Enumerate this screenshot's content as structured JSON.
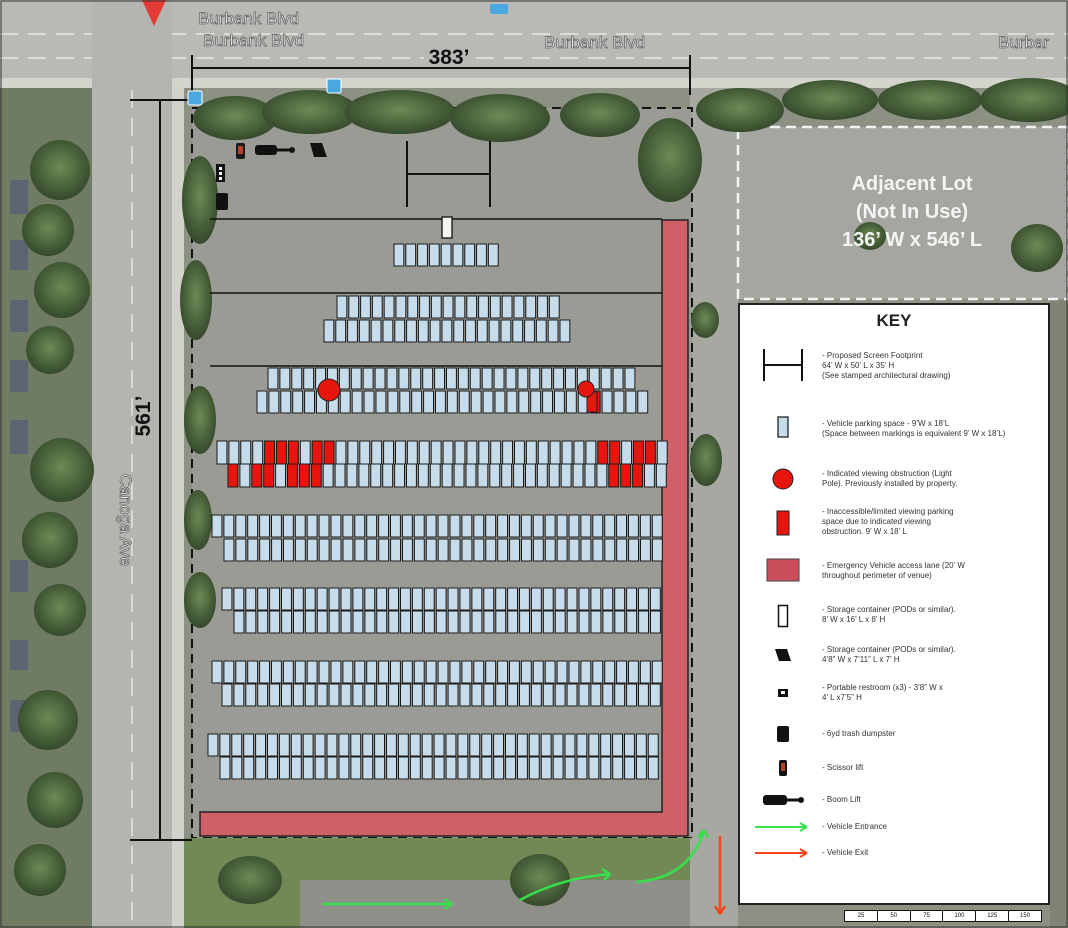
{
  "streets": {
    "burbank_a": "Burbank Blvd",
    "burbank_b": "Burbank Blvd",
    "burbank_c": "Burbank Blvd",
    "burbank_cut": "Burbar",
    "canoga": "Canoga Ave"
  },
  "dimensions": {
    "width": "383’",
    "length": "561’"
  },
  "adjacent_lot": {
    "line1": "Adjacent Lot",
    "line2": "(Not In Use)",
    "line3": "136’ W x 546’ L"
  },
  "key": {
    "title": "KEY",
    "items": [
      {
        "icon": "screen-footprint-icon",
        "text": "- Proposed Screen Footprint\n64’ W x 50’ L x 35’ H\n(See stamped architectural drawing)"
      },
      {
        "icon": "parking-space-icon",
        "text": "- Vehicle parking space - 9’W x 18’L\n(Space between markings is equivalent 9’ W x 18’L)"
      },
      {
        "icon": "light-pole-icon",
        "text": "- Indicated viewing obstruction (Light\nPole). Previously installed by property."
      },
      {
        "icon": "limited-space-icon",
        "text": "- Inaccessible/limited viewing parking\nspace due to indicated viewing\nobstruction. 9’ W x 18’ L"
      },
      {
        "icon": "emergency-lane-icon",
        "text": "- Emergency Vehicle access lane (20’ W\nthroughout perimeter of venue)"
      },
      {
        "icon": "storage-container-icon",
        "text": "- Storage container (PODs or similar).\n8’ W x 16’ L x 8’ H"
      },
      {
        "icon": "small-storage-icon",
        "text": "- Storage container (PODs or similar).\n4’8” W x 7’11” L x 7’ H"
      },
      {
        "icon": "restroom-icon",
        "text": "- Portable restroom (x3) - 3’8” W x\n4’ L x7’5” H"
      },
      {
        "icon": "dumpster-icon",
        "text": "- 6yd trash dumpster"
      },
      {
        "icon": "scissor-lift-icon",
        "text": "- Scissor lift"
      },
      {
        "icon": "boom-lift-icon",
        "text": "- Boom Lift"
      },
      {
        "icon": "entrance-arrow-icon",
        "text": "- Vehicle Entrance"
      },
      {
        "icon": "exit-arrow-icon",
        "text": "- Vehicle Exit"
      }
    ]
  },
  "scale_ticks": [
    "25",
    "50",
    "75",
    "100",
    "125",
    "150"
  ],
  "colors": {
    "parking_fill": "#c6dcea",
    "obstruction_red": "#e8140e",
    "emergency_lane": "#d7575f",
    "entrance_green": "#36e04a",
    "exit_red": "#f4461c",
    "lot_gray": "#9b9b95"
  }
}
